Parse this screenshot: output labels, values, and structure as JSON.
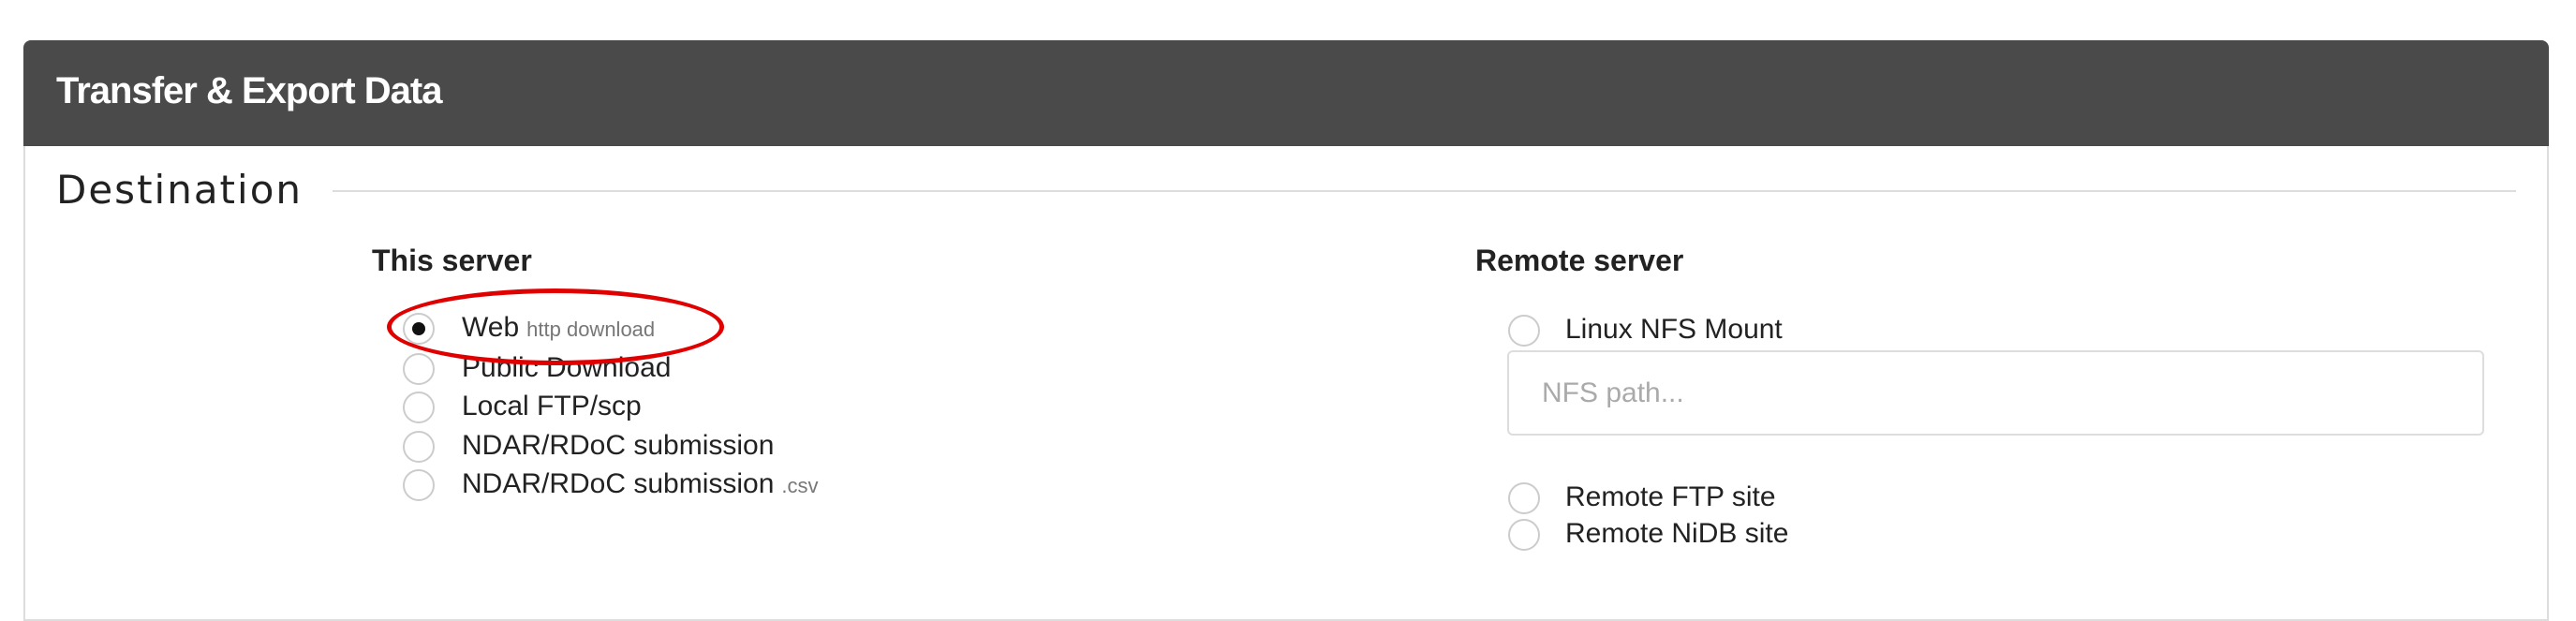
{
  "panel": {
    "title": "Transfer & Export Data"
  },
  "section": {
    "title": "Destination"
  },
  "this_server": {
    "heading": "This server",
    "options": [
      {
        "label": "Web",
        "hint": "http download",
        "selected": true
      },
      {
        "label": "Public Download",
        "hint": "",
        "selected": false
      },
      {
        "label": "Local FTP/scp",
        "hint": "",
        "selected": false
      },
      {
        "label": "NDAR/RDoC submission",
        "hint": "",
        "selected": false
      },
      {
        "label": "NDAR/RDoC submission",
        "hint": ".csv",
        "selected": false
      }
    ]
  },
  "remote_server": {
    "heading": "Remote server",
    "options": [
      {
        "label": "Linux NFS Mount",
        "selected": false
      },
      {
        "label": "Remote FTP site",
        "selected": false
      },
      {
        "label": "Remote NiDB site",
        "selected": false
      }
    ],
    "nfs_path": {
      "value": "",
      "placeholder": "NFS path..."
    }
  },
  "annotation": {
    "color": "#e00000"
  }
}
